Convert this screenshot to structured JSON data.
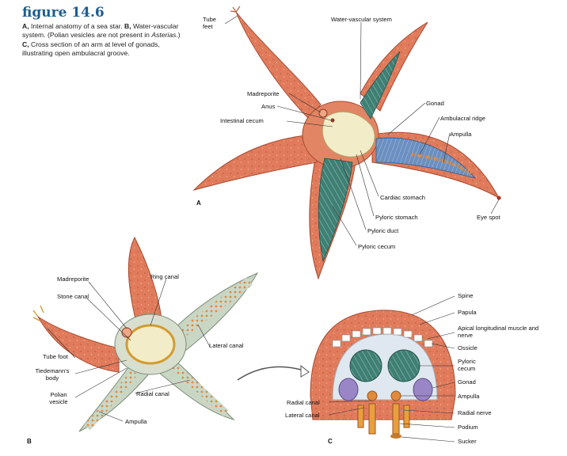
{
  "figure": {
    "title": "figure 14.6",
    "caption": {
      "a_key": "A,",
      "a_text": " Internal anatomy of a sea star. ",
      "b_key": "B,",
      "b_text": " Water-vascular system. (Polian vesicles are not present in ",
      "b_italic": "Asterias",
      "b_after": ".) ",
      "c_key": "C,",
      "c_text": " Cross section of an arm at level of gonads, illustrating open ambulacral groove."
    }
  },
  "panel_tags": {
    "a": "A",
    "b": "B",
    "c": "C"
  },
  "labels_a": {
    "tube_feet": "Tube feet",
    "water_vascular_system": "Water-vascular system",
    "madreporite": "Madreporite",
    "anus": "Anus",
    "intestinal_cecum": "Intestinal cecum",
    "gonad": "Gonad",
    "ambulacral_ridge": "Ambulacral ridge",
    "ampulla": "Ampulla",
    "cardiac_stomach": "Cardiac stomach",
    "pyloric_stomach": "Pyloric stomach",
    "pyloric_duct": "Pyloric duct",
    "pyloric_cecum": "Pyloric cecum",
    "eye_spot": "Eye spot"
  },
  "labels_b": {
    "madreporite": "Madreporite",
    "ring_canal": "Ring canal",
    "stone_canal": "Stone canal",
    "lateral_canal": "Lateral canal",
    "tube_foot": "Tube foot",
    "tiedemanns_body": "Tiedemann's body",
    "polian_vesicle": "Polian vesicle",
    "radial_canal": "Radial canal",
    "ampulla": "Ampulla"
  },
  "labels_c": {
    "spine": "Spine",
    "papula": "Papula",
    "apical_muscle": "Apical longitudinal muscle and nerve",
    "ossicle": "Ossicle",
    "pyloric_cecum": "Pyloric cecum",
    "gonad": "Gonad",
    "ampulla": "Ampulla",
    "radial_canal": "Radial canal",
    "lateral_canal": "Lateral canal",
    "radial_nerve": "Radial nerve",
    "podium": "Podium",
    "sucker": "Sucker"
  },
  "colors": {
    "skin": "#e07b5c",
    "skin_dark": "#b9553b",
    "skin_light": "#f0a585",
    "green_cecum": "#3f7f74",
    "blue_gonad": "#6b8fc0",
    "cream": "#f3ecc8",
    "title_blue": "#1d5e8f",
    "purple_gonad": "#9a86c6",
    "orange_ampulla": "#e08a3c"
  }
}
